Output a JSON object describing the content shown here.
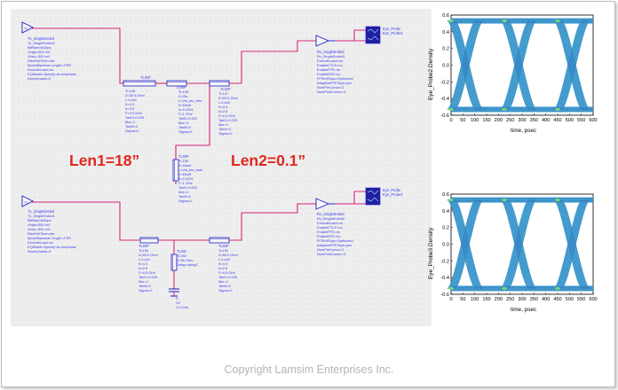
{
  "labels": {
    "len1": "Len1=18”",
    "len2": "Len2=0.1”",
    "copyright": "Copyright Lamsim Enterprises Inc."
  },
  "colors": {
    "wire": "#d6287a",
    "text": "#3a3af0",
    "component": "#1c1cc8",
    "label": "#e0281e",
    "eye_outer": "#2a8ad0",
    "eye_inner": "#5ad2d8",
    "eye_core": "#80e070"
  },
  "schematic": {
    "tx_top": {
      "title": "Tx_SingleEnded",
      "lines": [
        "Tx_SingleEnded2",
        "BitRate=6Gbps",
        "Vhigh=500 mV",
        "Vlow=-500 mV",
        "RiseFallTime=eta",
        "ModelMaximal Length LFSR",
        "ExcludeLoad=no",
        "EQModel=Specify de-emphasis",
        "Deemphasis=0"
      ]
    },
    "tl_top_1": {
      "title": "TLINP",
      "lines": [
        "TL148",
        "Z=50.0 Ohm",
        "L=Len1",
        "K=4.3",
        "A=2.6",
        "F=4.5 GHz",
        "TanD=0.025",
        "Mur=1",
        "TanM=0",
        "Sigma=0"
      ]
    },
    "tl_top_mid": {
      "title": "TLINP",
      "lines": [
        "TL149",
        "Z=Zta",
        "L=Via_fan_thru",
        "K=Dkeff",
        "A=0.0001",
        "F=1 GHz",
        "TanD=0.022",
        "Mur=1",
        "TanM=0",
        "Sigma=0"
      ]
    },
    "tl_top_stub": {
      "title": "TLINP",
      "lines": [
        "TL159",
        "Z=Zstub",
        "L=Via_fan_stub",
        "K=Dkeff",
        "A=0.0001",
        "F=1 GHz",
        "TanD=0.022",
        "Mur=1",
        "TanM=0",
        "Sigma=0"
      ]
    },
    "tl_top_2": {
      "title": "TLINP",
      "lines": [
        "TL147",
        "Z=50.0 Ohm",
        "L=Len2",
        "K=4.3",
        "A=2.6",
        "F=4.5 GHz",
        "TanD=0.025",
        "Mur=1",
        "TanM=0",
        "Sigma=0"
      ]
    },
    "rx_top": {
      "title": "Rx_SingleEnded",
      "lines": [
        "Rx_SingleEnded3",
        "ExcludeLoad=no",
        "EnableCTLE=no",
        "EnableFFE=no",
        "EnableDFE=no",
        "FFEInitTaps=Optimized",
        "AdaptiveFFETaps=yes",
        "NumPreCursor=2",
        "NumPostCursor=4"
      ]
    },
    "probe_top": {
      "label": "Eye_Probe",
      "name": "Eye_Probe2"
    },
    "tx_bot": {
      "title": "Tx_SingleEnded",
      "lines": [
        "Tx_SingleEnded1",
        "BitRate=6Gbps",
        "Vhigh=500 mV",
        "Vlow=-500 mV",
        "RiseFallTime=eta",
        "ModelMaximal Length LFSR",
        "ExcludeLoad=no",
        "EQModel=Specify de-emphasis",
        "Deemphasis=0"
      ]
    },
    "tl_bot_1": {
      "title": "TLINP",
      "lines": [
        "TL150",
        "Z=50.0 Ohm",
        "L=Len1",
        "K=4.3",
        "A=2.6",
        "F=4.5 GHz",
        "TanD=0.025",
        "Mur=1",
        "TanM=0",
        "Sigma=0"
      ]
    },
    "tl_bot_mid": {
      "title": "TLND",
      "lines": [
        "TL002",
        "Z=50 Ohm",
        "Delay=delay2"
      ]
    },
    "cap_bot": {
      "title": "C",
      "lines": [
        "C2",
        "C=C/via"
      ]
    },
    "tl_bot_2": {
      "title": "TLINP",
      "lines": [
        "TL151",
        "Z=50.0 Ohm",
        "L=Len2",
        "K=4.3",
        "A=2.6",
        "F=4.5 GHz",
        "TanD=0.025",
        "Mur=1",
        "TanM=0",
        "Sigma=0"
      ]
    },
    "rx_bot": {
      "title": "Rx_SingleEnded",
      "lines": [
        "Rx_SingleEnded2",
        "ExcludeLoad=no",
        "EnableCTLE=no",
        "EnableFFE=no",
        "EnableDFE=no",
        "FFEInitTaps=Optimized",
        "AdaptiveFFETaps=yes",
        "NumPreCursor=2",
        "NumPostCursor=4"
      ]
    },
    "probe_bot": {
      "label": "Eye_Probe",
      "name": "Eye_Probe3"
    }
  },
  "eye_plots": [
    {
      "ylabel": "Eye_Probe2.Density",
      "xlabel": "time, psec",
      "xticks": [
        "0",
        "50",
        "100",
        "150",
        "200",
        "250",
        "300",
        "350",
        "400",
        "450",
        "500",
        "550",
        "600"
      ],
      "yticks": [
        "0.6",
        "0.4",
        "0.2",
        "0.0",
        "-0.2",
        "-0.4",
        "-0.6"
      ],
      "xlim": [
        0,
        600
      ],
      "ylim": [
        -0.6,
        0.6
      ]
    },
    {
      "ylabel": "Eye_Probe3.Density",
      "xlabel": "time, psec",
      "xticks": [
        "0",
        "50",
        "100",
        "150",
        "200",
        "250",
        "300",
        "350",
        "400",
        "450",
        "500",
        "550",
        "600"
      ],
      "yticks": [
        "0.6",
        "0.4",
        "0.2",
        "0.0",
        "-0.2",
        "-0.4",
        "-0.6"
      ],
      "xlim": [
        0,
        600
      ],
      "ylim": [
        -0.6,
        0.6
      ]
    }
  ]
}
